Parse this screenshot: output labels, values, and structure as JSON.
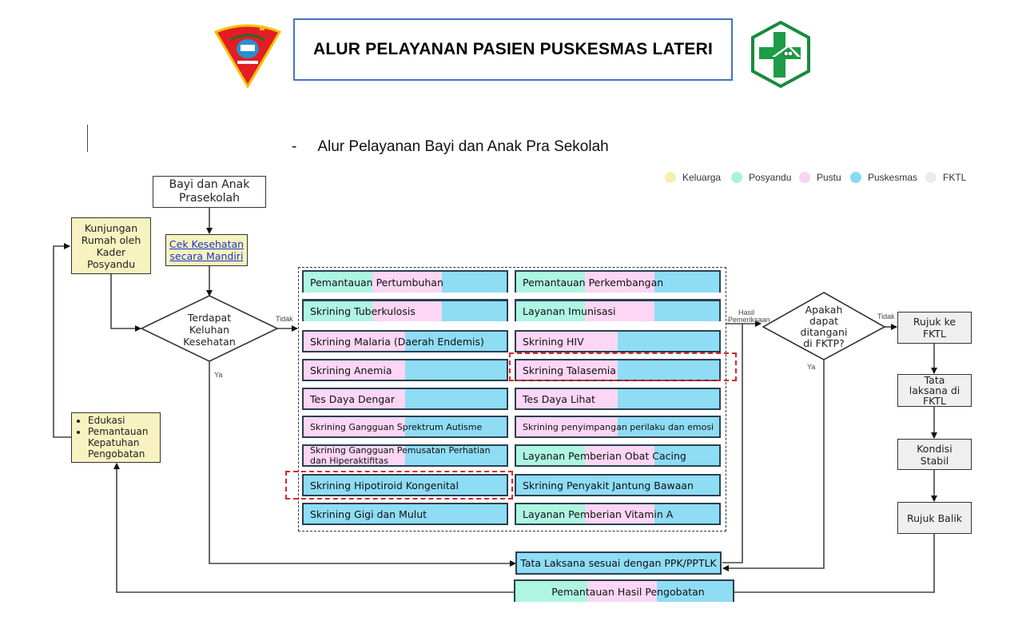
{
  "header": {
    "title": "ALUR PELAYANAN PASIEN PUSKESMAS LATERI",
    "left_logo": "regional-emblem-logo",
    "right_logo": "puskesmas-logo"
  },
  "subtitle": {
    "dash": "-",
    "text": "Alur Pelayanan Bayi dan Anak Pra Sekolah"
  },
  "legend": [
    {
      "label": "Keluarga",
      "color": "#f7efb0"
    },
    {
      "label": "Posyandu",
      "color": "#aef0df"
    },
    {
      "label": "Pustu",
      "color": "#fbd3f3"
    },
    {
      "label": "Puskesmas",
      "color": "#8ad9f5"
    },
    {
      "label": "FKTL",
      "color": "#ececec"
    }
  ],
  "colors": {
    "keluarga": "#f7f2bf",
    "posyandu": "#aef5e2",
    "pustu": "#fcd6f4",
    "puskesmas": "#8fdcf5",
    "fktl": "#efefef",
    "highlight": "#d9262b"
  },
  "nodes": {
    "start": "Bayi dan Anak Prasekolah",
    "cek_kesehatan": "Cek Kesehatan secara Mandiri",
    "kunjungan": "Kunjungan Rumah oleh Kader Posyandu",
    "decision1": "Terdapat Keluhan Kesehatan",
    "edukasi_items": [
      "Edukasi",
      "Pemantauan Kepatuhan Pengobatan"
    ],
    "decision2": "Apakah dapat ditangani di FKTP?",
    "rujuk_fktl": "Rujuk ke FKTL",
    "tata_laksana_fktl": "Tata laksana di FKTL",
    "kondisi_stabil": "Kondisi Stabil",
    "rujuk_balik": "Rujuk Balik",
    "tata_laksana_ppk": "Tata Laksana sesuai dengan PPK/PPTLK",
    "pemantauan_hasil": "Pemantauan Hasil Pengobatan"
  },
  "edge_labels": {
    "tidak1": "Tidak",
    "ya1": "Ya",
    "hasil": "Hasil Pemeriksaan",
    "tidak2": "Tidak",
    "ya2": "Ya"
  },
  "services_left": [
    {
      "label": "Pemantauan Pertumbuhan",
      "layers": [
        "posyandu",
        "pustu",
        "puskesmas"
      ]
    },
    {
      "label": "Skrining Tuberkulosis",
      "layers": [
        "posyandu",
        "pustu",
        "puskesmas"
      ]
    },
    {
      "label": "Skrining Malaria (Daerah Endemis)",
      "layers": [
        "pustu",
        "puskesmas"
      ]
    },
    {
      "label": "Skrining Anemia",
      "layers": [
        "pustu",
        "puskesmas"
      ]
    },
    {
      "label": "Tes Daya Dengar",
      "layers": [
        "pustu",
        "puskesmas"
      ]
    },
    {
      "label": "Skrining Gangguan Sprektrum Autisme",
      "layers": [
        "pustu",
        "puskesmas"
      ]
    },
    {
      "label": "Skrining Gangguan Pemusatan Perhatian dan Hiperaktifitas",
      "layers": [
        "pustu",
        "puskesmas"
      ]
    },
    {
      "label": "Skrining Hipotiroid Kongenital",
      "layers": [
        "puskesmas"
      ],
      "highlighted": true
    },
    {
      "label": "Skrining Gigi dan Mulut",
      "layers": [
        "puskesmas"
      ]
    }
  ],
  "services_right": [
    {
      "label": "Pemantauan Perkembangan",
      "layers": [
        "posyandu",
        "pustu",
        "puskesmas"
      ]
    },
    {
      "label": "Layanan Imunisasi",
      "layers": [
        "posyandu",
        "pustu",
        "puskesmas"
      ]
    },
    {
      "label": "Skrining HIV",
      "layers": [
        "pustu",
        "puskesmas"
      ]
    },
    {
      "label": "Skrining Talasemia",
      "layers": [
        "pustu",
        "puskesmas"
      ],
      "highlighted": true
    },
    {
      "label": "Tes Daya Lihat",
      "layers": [
        "pustu",
        "puskesmas"
      ]
    },
    {
      "label": "Skrining penyimpangan perilaku dan emosi",
      "layers": [
        "pustu",
        "puskesmas"
      ]
    },
    {
      "label": "Layanan Pemberian Obat Cacing",
      "layers": [
        "posyandu",
        "pustu",
        "puskesmas"
      ]
    },
    {
      "label": "Skrining Penyakit Jantung Bawaan",
      "layers": [
        "puskesmas"
      ]
    },
    {
      "label": "Layanan Pemberian Vitamin A",
      "layers": [
        "posyandu",
        "pustu",
        "puskesmas"
      ]
    }
  ]
}
